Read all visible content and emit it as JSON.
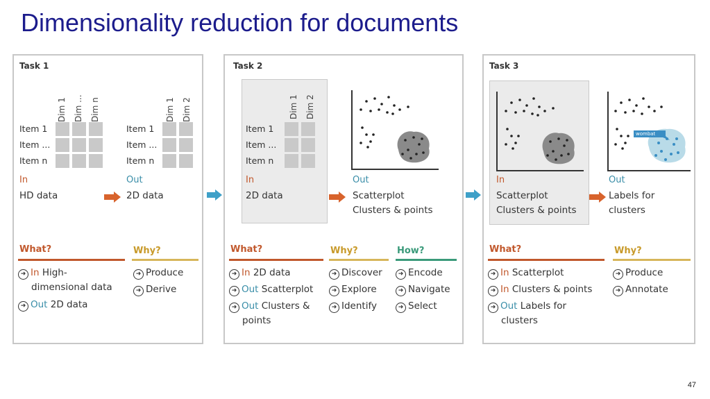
{
  "title": "Dimensionality reduction for documents",
  "page_number": "47",
  "colors": {
    "title": "#1c1c8c",
    "in": "#c1582c",
    "out": "#3a8ea8",
    "what_rule": "#c1582c",
    "why_rule": "#d7b65a",
    "how_rule": "#3a9a7a",
    "cell": "#c9c9c9",
    "arrow_orange": "#d8632c",
    "arrow_blue": "#3ea0c8"
  },
  "task1": {
    "label": "Task 1",
    "dims_hd": [
      "Dim 1",
      "Dim ...",
      "Dim n"
    ],
    "dims_2d": [
      "Dim 1",
      "Dim 2"
    ],
    "items_in": [
      "Item 1",
      "Item ...",
      "Item n"
    ],
    "items_out": [
      "Item 1",
      "Item ...",
      "Item n"
    ],
    "in_label": "In",
    "in_text": "HD data",
    "out_label": "Out",
    "out_text": "2D data",
    "what_heading": "What?",
    "why_heading": "Why?",
    "what_items": [
      {
        "kw": "In",
        "text": " High-",
        "text2": "dimensional data"
      },
      {
        "kw": "Out",
        "text": " 2D data"
      }
    ],
    "why_items": [
      "Produce",
      "Derive"
    ]
  },
  "task2": {
    "label": "Task 2",
    "dims": [
      "Dim 1",
      "Dim 2"
    ],
    "items": [
      "Item 1",
      "Item ...",
      "Item n"
    ],
    "in_label": "In",
    "in_text": "2D data",
    "out_label": "Out",
    "out_line1": "Scatterplot",
    "out_line2": "Clusters & points",
    "what_heading": "What?",
    "why_heading": "Why?",
    "how_heading": "How?",
    "what_items": [
      {
        "kw": "In",
        "text": " 2D data"
      },
      {
        "kw": "Out",
        "text": " Scatterplot"
      },
      {
        "kw": "Out",
        "text": " Clusters &",
        "text2": "points"
      }
    ],
    "why_items": [
      "Discover",
      "Explore",
      "Identify"
    ],
    "how_items": [
      "Encode",
      "Navigate",
      "Select"
    ]
  },
  "task3": {
    "label": "Task 3",
    "in_label": "In",
    "in_line1": "Scatterplot",
    "in_line2": "Clusters & points",
    "out_label": "Out",
    "out_line1": "Labels for",
    "out_line2": "clusters",
    "annotation": "wombat",
    "what_heading": "What?",
    "why_heading": "Why?",
    "what_items": [
      {
        "kw": "In",
        "text": " Scatterplot"
      },
      {
        "kw": "In",
        "text": " Clusters & points"
      },
      {
        "kw": "Out",
        "text": " Labels for",
        "text2": "clusters"
      }
    ],
    "why_items": [
      "Produce",
      "Annotate"
    ]
  }
}
